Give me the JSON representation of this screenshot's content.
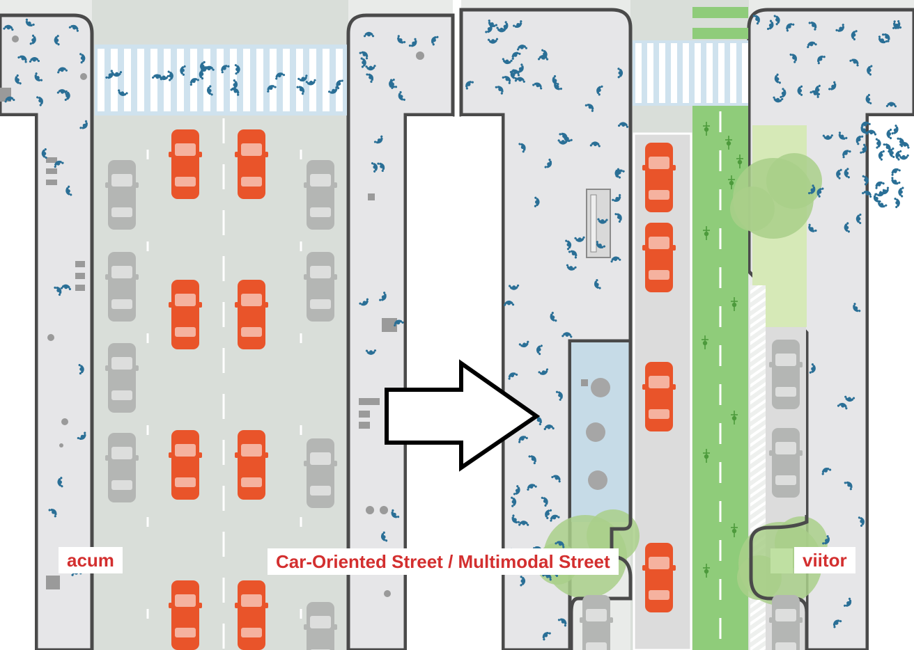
{
  "labels": {
    "left": "acum",
    "center": "Car-Oriented Street / Multimodal Street",
    "right": "viitor"
  },
  "colors": {
    "background": "#ffffff",
    "sidewalk": "#e6e6e8",
    "road": "#d9ded9",
    "curb_outline": "#4a4a4a",
    "crosswalk_band": "#cfe2ee",
    "car_active": "#e9542a",
    "car_parked": "#b4b6b4",
    "pedestrian": "#2a6f96",
    "bike_lane": "#8fcc7a",
    "green_space": "#d6e9b7",
    "tree_canopy": "#a9cf8a",
    "cafe_area": "#c6dbe7",
    "label_text": "#d32f2f",
    "arrow_fill": "#ffffff",
    "arrow_stroke": "#000000"
  },
  "icons": {
    "transition": "right-arrow-icon",
    "pedestrian": "pedestrian-icon",
    "bicycle": "bicycle-icon",
    "car": "car-icon",
    "tree": "tree-icon",
    "bench": "bench-icon",
    "cafe_table": "cafe-table-icon"
  }
}
